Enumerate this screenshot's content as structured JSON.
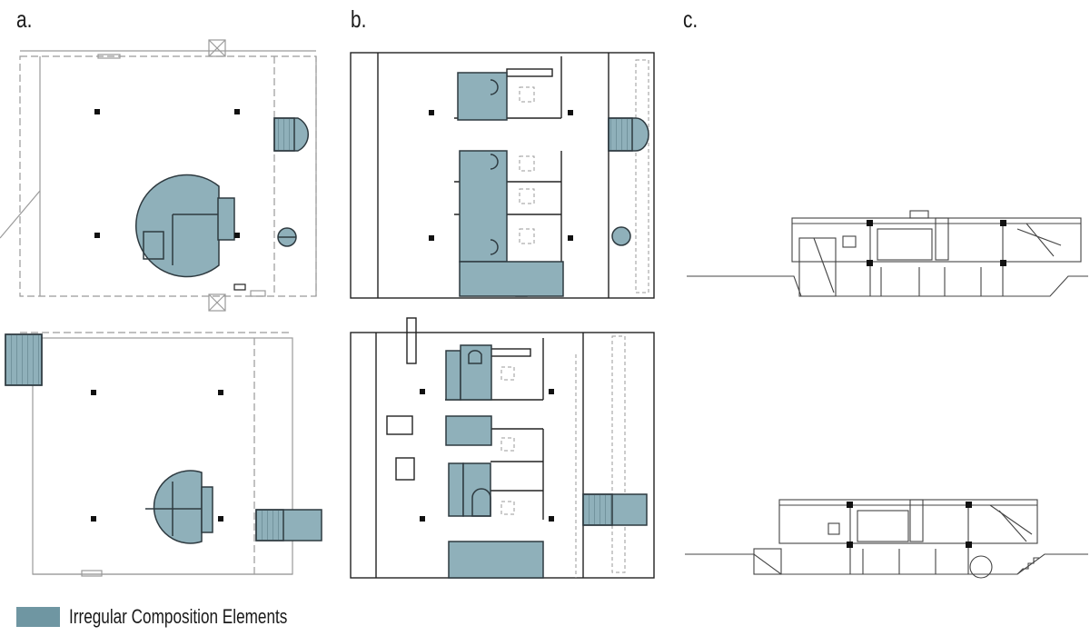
{
  "panels": {
    "a": {
      "label": "a."
    },
    "b": {
      "label": "b."
    },
    "c": {
      "label": "c."
    }
  },
  "legend": {
    "label": "Irregular Composition Elements",
    "color": "#6f96a2"
  },
  "colors": {
    "fill": "#8fb0ba",
    "stroke": "#2e3a40",
    "light_line": "#9a9a9a",
    "column": "#111111"
  }
}
